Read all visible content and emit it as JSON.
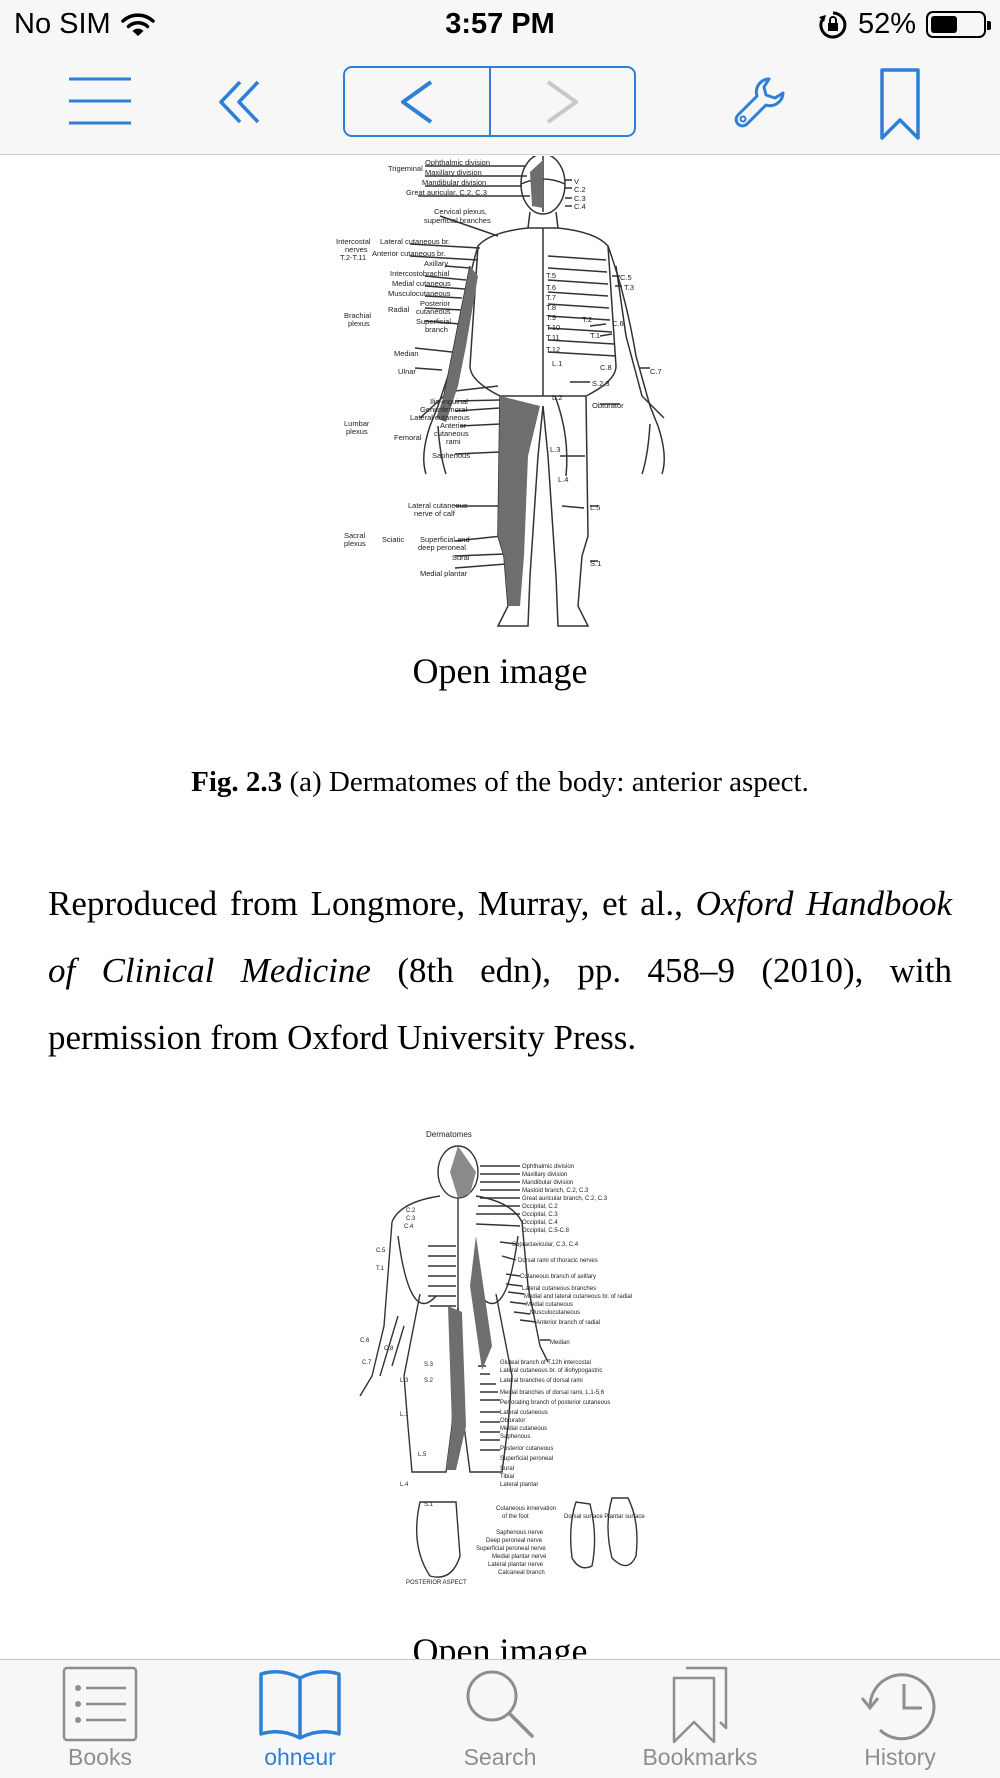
{
  "status_bar": {
    "carrier": "No SIM",
    "time": "3:57 PM",
    "battery_percent": "52%",
    "battery_level": 0.52
  },
  "toolbar": {
    "menu_icon": "hamburger-menu-icon",
    "back_icon": "double-chevron-left-icon",
    "prev_icon": "chevron-left-icon",
    "next_icon": "chevron-right-icon",
    "settings_icon": "wrench-icon",
    "bookmark_icon": "bookmark-icon",
    "accent_color": "#2f7fd6"
  },
  "content": {
    "figure1": {
      "open_label": "Open image"
    },
    "caption": {
      "fig_label": "Fig. 2.3",
      "text": " (a) Dermatomes of the body: anterior aspect."
    },
    "paragraph": {
      "part1": "Reproduced from Longmore, Murray, et al., ",
      "book_title": "Oxford Handbook of Clinical Medicine",
      "part2": " (8th edn), pp. 458–9 (2010), with permission from Oxford University Press."
    },
    "figure2": {
      "title": "Dermatomes",
      "open_label": "Open image"
    }
  },
  "tabbar": {
    "tabs": [
      {
        "label": "Books",
        "icon": "list-icon"
      },
      {
        "label": "ohneur",
        "icon": "open-book-icon",
        "active": true
      },
      {
        "label": "Search",
        "icon": "magnifier-icon"
      },
      {
        "label": "Bookmarks",
        "icon": "bookmarks-icon"
      },
      {
        "label": "History",
        "icon": "clock-history-icon"
      }
    ]
  }
}
